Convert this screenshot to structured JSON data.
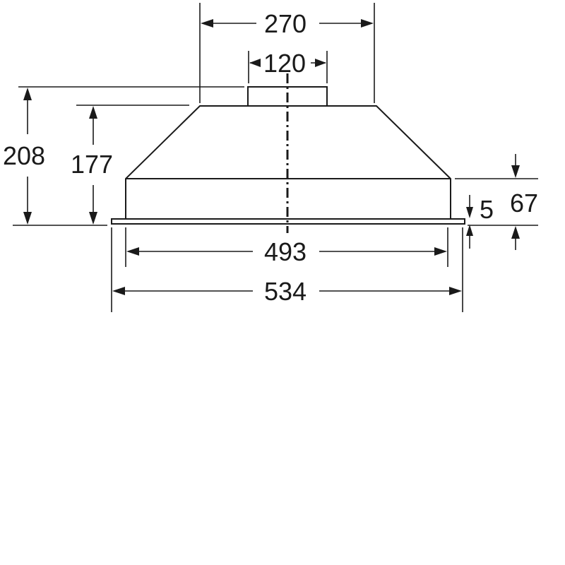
{
  "dimensions": {
    "outlet_width": "270",
    "outlet_diameter": "120",
    "total_height": "208",
    "body_height": "177",
    "side_height": "67",
    "frame_thickness": "5",
    "inner_width": "493",
    "outer_width": "534"
  },
  "colors": {
    "ink": "#1a1a1a",
    "background": "#ffffff"
  }
}
